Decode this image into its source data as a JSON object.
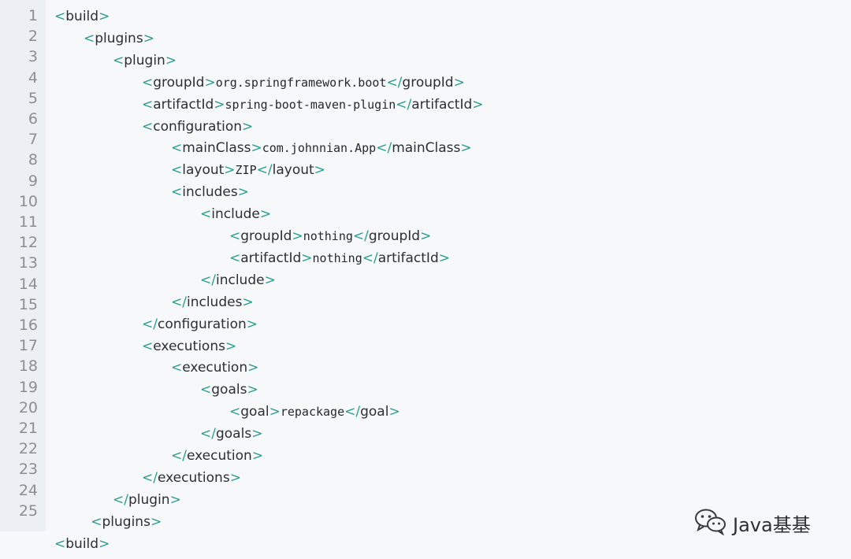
{
  "gutter": [
    "1",
    "2",
    "3",
    "4",
    "5",
    "6",
    "7",
    "8",
    "9",
    "10",
    "11",
    "12",
    "13",
    "14",
    "15",
    "16",
    "17",
    "18",
    "19",
    "20",
    "21",
    "22",
    "23",
    "24",
    "25"
  ],
  "lines": [
    {
      "indent": 0,
      "open": "build",
      "value": "",
      "close": ""
    },
    {
      "indent": 1,
      "open": "plugins",
      "value": "",
      "close": ""
    },
    {
      "indent": 2,
      "open": "plugin",
      "value": "",
      "close": ""
    },
    {
      "indent": 3,
      "open": "groupId",
      "value": "org.springframework.boot",
      "close": "groupId"
    },
    {
      "indent": 3,
      "open": "artifactId",
      "value": "spring-boot-maven-plugin",
      "close": "artifactId"
    },
    {
      "indent": 3,
      "open": "configuration",
      "value": "",
      "close": ""
    },
    {
      "indent": 4,
      "open": "mainClass",
      "value": "com.johnnian.App",
      "close": "mainClass"
    },
    {
      "indent": 4,
      "open": "layout",
      "value": "ZIP",
      "close": "layout"
    },
    {
      "indent": 4,
      "open": "includes",
      "value": "",
      "close": ""
    },
    {
      "indent": 5,
      "open": "include",
      "value": "",
      "close": ""
    },
    {
      "indent": 6,
      "open": "groupId",
      "value": "nothing",
      "close": "groupId"
    },
    {
      "indent": 6,
      "open": "artifactId",
      "value": "nothing",
      "close": "artifactId"
    },
    {
      "indent": 5,
      "open": "",
      "value": "",
      "close": "include"
    },
    {
      "indent": 4,
      "open": "",
      "value": "",
      "close": "includes"
    },
    {
      "indent": 3,
      "open": "",
      "value": "",
      "close": "configuration"
    },
    {
      "indent": 3,
      "open": "executions",
      "value": "",
      "close": ""
    },
    {
      "indent": 4,
      "open": "execution",
      "value": "",
      "close": ""
    },
    {
      "indent": 5,
      "open": "goals",
      "value": "",
      "close": ""
    },
    {
      "indent": 6,
      "open": "goal",
      "value": "repackage",
      "close": "goal"
    },
    {
      "indent": 5,
      "open": "",
      "value": "",
      "close": "goals"
    },
    {
      "indent": 4,
      "open": "",
      "value": "",
      "close": "execution"
    },
    {
      "indent": 3,
      "open": "",
      "value": "",
      "close": "executions"
    },
    {
      "indent": 2,
      "open": "",
      "value": "",
      "close": "plugin"
    },
    {
      "indent": 1.25,
      "open": "plugins",
      "value": "",
      "close": ""
    },
    {
      "indent": 0,
      "open": "build",
      "value": "",
      "close": ""
    }
  ],
  "watermark": {
    "text": "Java基基",
    "icon": "wechat-icon"
  },
  "colors": {
    "bracket": "#2a9d8f",
    "tag": "#2b2f33",
    "background": "#f6f8fa",
    "gutter": "#eceff3"
  }
}
